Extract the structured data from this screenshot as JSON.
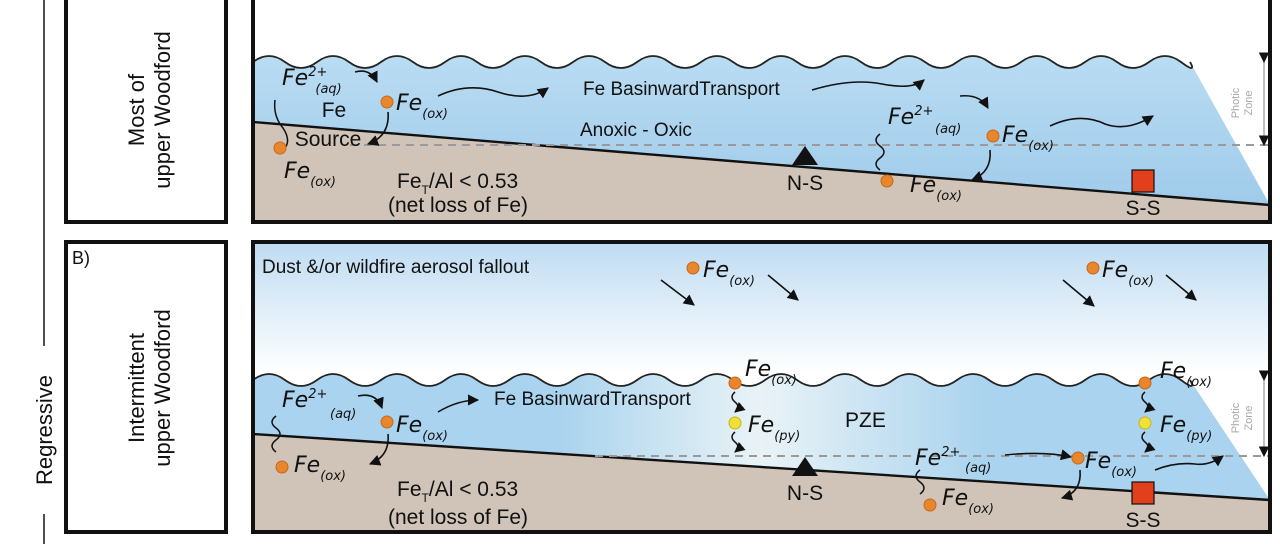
{
  "side_axis": {
    "label": "Regressive"
  },
  "panel_a": {
    "side_label_line1": "Most of",
    "side_label_line2": "upper Woodford",
    "transport": "Fe BasinwardTransport",
    "redox": "Anoxic - Oxic",
    "source_line1": "Fe",
    "source_line2": "Source",
    "ratio_left": "Fe",
    "ratio_sub": "T",
    "ratio_right": "/Al < 0.53",
    "net_loss": "(net loss of Fe)",
    "photic_line1": "Photic",
    "photic_line2": "Zone",
    "sites": [
      "N-S",
      "S-S"
    ],
    "species": {
      "fe": "Fe",
      "aq": "(aq)",
      "ox": "(ox)",
      "charge": "2+"
    }
  },
  "panel_b": {
    "tag": "B)",
    "side_label_line1": "Intermittent",
    "side_label_line2": "upper Woodford",
    "aerosol": "Dust &/or wildfire aerosol fallout",
    "transport": "Fe BasinwardTransport",
    "pze": "PZE",
    "ratio_left": "Fe",
    "ratio_sub": "T",
    "ratio_right": "/Al < 0.53",
    "net_loss": "(net loss of Fe)",
    "photic_line1": "Photic",
    "photic_line2": "Zone",
    "sites": [
      "N-S",
      "S-S"
    ],
    "species": {
      "fe": "Fe",
      "aq": "(aq)",
      "ox": "(ox)",
      "py": "(py)",
      "charge": "2+"
    }
  },
  "colors": {
    "water": "#a9d3ee",
    "sediment": "#cfc4b7",
    "oxide_dot": "#e8862e",
    "pyrite_dot": "#f2e03a",
    "ss_marker": "#e2401c",
    "ns_marker": "#111111",
    "dashed_line": "#9a9a9a"
  }
}
